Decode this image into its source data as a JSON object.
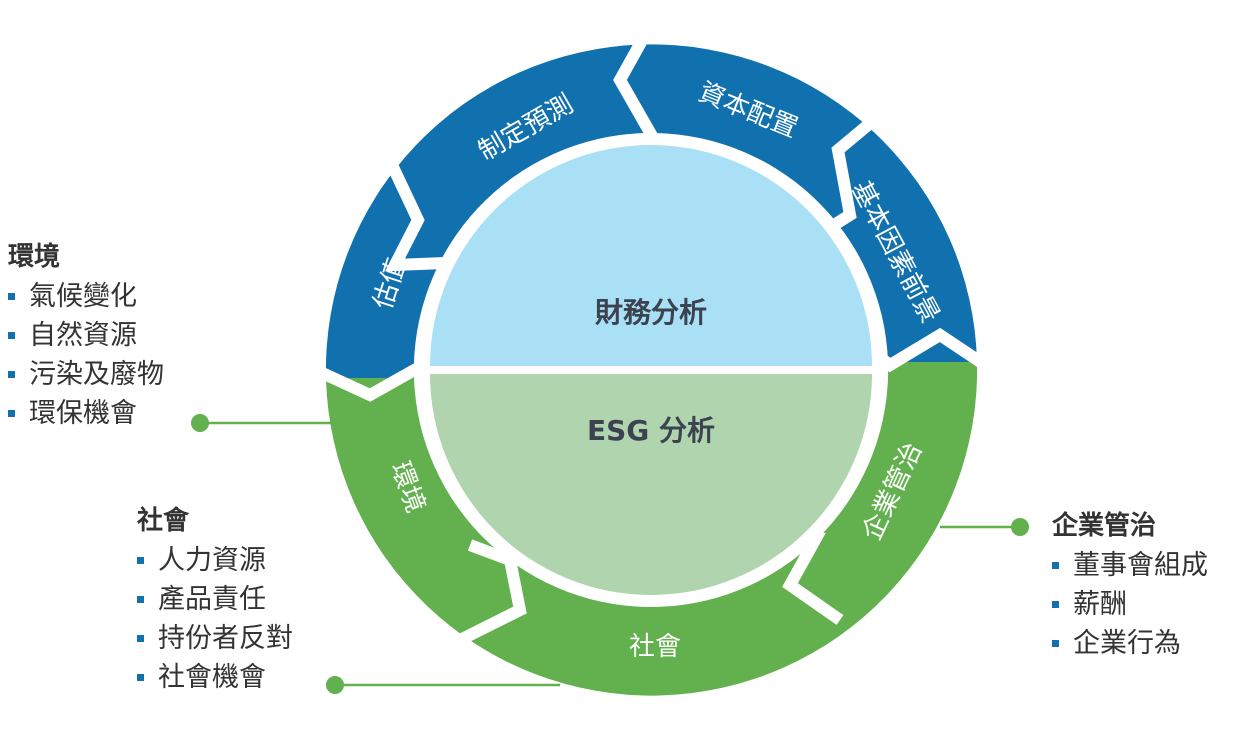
{
  "center": {
    "top": "財務分析",
    "bottom": "ESG 分析"
  },
  "financial_steps": [
    "估值",
    "制定預測",
    "資本配置",
    "基本因素前景"
  ],
  "esg_steps": [
    "環境",
    "社會",
    "企業管治"
  ],
  "lists": {
    "environment": {
      "title": "環境",
      "items": [
        "氣候變化",
        "自然資源",
        "污染及廢物",
        "環保機會"
      ]
    },
    "social": {
      "title": "社會",
      "items": [
        "人力資源",
        "產品責任",
        "持份者反對",
        "社會機會"
      ]
    },
    "governance": {
      "title": "企業管治",
      "items": [
        "董事會組成",
        "薪酬",
        "企業行為"
      ]
    }
  },
  "colors": {
    "blue": "#1170ae",
    "green": "#62b04e",
    "light_blue": "#a9e0f5",
    "light_green": "#b0d5ae",
    "connector": "#62b04e"
  }
}
